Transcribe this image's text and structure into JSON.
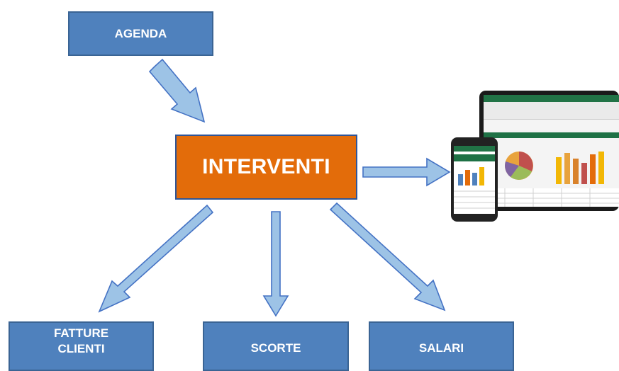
{
  "nodes": {
    "agenda": "AGENDA",
    "interventi": "INTERVENTI",
    "fatture": "FATTURE CLIENTI",
    "scorte": "SCORTE",
    "salari": "SALARI"
  },
  "colors": {
    "box_blue": "#4f81bd",
    "box_orange": "#e36c0a",
    "arrow_fill": "#9dc3e6",
    "arrow_stroke": "#4472c4"
  },
  "illustration": "spreadsheet-app-on-tablet-and-phone"
}
